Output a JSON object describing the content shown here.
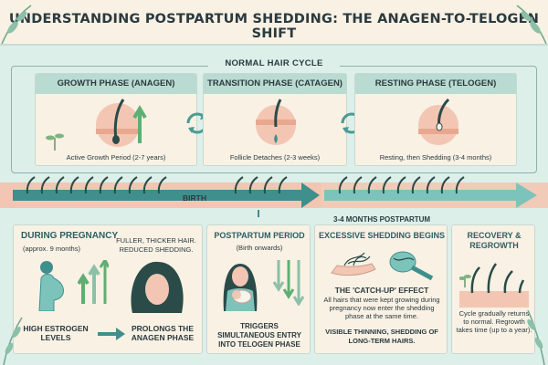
{
  "title": "UNDERSTANDING POSTPARTUM SHEDDING: THE ANAGEN-TO-TELOGEN SHIFT",
  "cycle": {
    "label": "NORMAL HAIR CYCLE",
    "phases": [
      {
        "name": "GROWTH PHASE (ANAGEN)",
        "note": "Active Growth Period (2-7 years)"
      },
      {
        "name": "TRANSITION PHASE (CATAGEN)",
        "note": "Follicle Detaches (2-3 weeks)"
      },
      {
        "name": "RESTING PHASE (TELOGEN)",
        "note": "Resting, then Shedding (3-4 months)"
      }
    ]
  },
  "timeline": {
    "birth": "BIRTH",
    "postpartum": "3-4 MONTHS POSTPARTUM"
  },
  "pregnancy": {
    "title": "DURING PREGNANCY",
    "subtitle": "(approx. 9 months)",
    "effect": "FULLER, THICKER HAIR. REDUCED SHEDDING.",
    "cause": "HIGH ESTROGEN LEVELS",
    "result": "PROLONGS THE ANAGEN PHASE"
  },
  "postpartum": {
    "title": "POSTPARTUM PERIOD",
    "subtitle": "(Birth onwards)",
    "result": "TRIGGERS SIMULTANEOUS ENTRY INTO TELOGEN PHASE"
  },
  "shedding": {
    "title": "EXCESSIVE SHEDDING BEGINS",
    "effect_title": "THE 'CATCH-UP' EFFECT",
    "effect_text": "All hairs that were kept growing during pregnancy now enter the shedding phase at the same time.",
    "result": "VISIBLE THINNING, SHEDDING OF LONG-TERM HAIRS."
  },
  "recovery": {
    "title": "RECOVERY & REGROWTH",
    "text": "Cycle gradually returns to normal. Regrowth takes time (up to a year)."
  },
  "colors": {
    "mint": "#b9dbd1",
    "cream": "#f8f1e4",
    "teal": "#3f8f8c",
    "salmon": "#f3c6b3",
    "hair": "#2b4b48"
  }
}
